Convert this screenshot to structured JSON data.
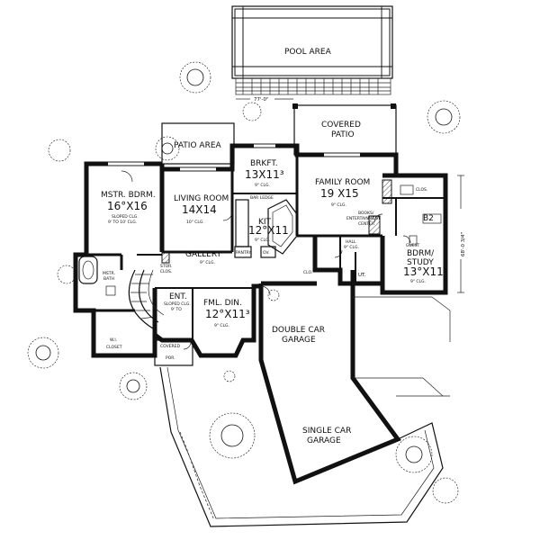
{
  "labels": {
    "pool_area": "POOL AREA",
    "pool_dim": "77'-0\"",
    "side_dim": "68'-0 3/4\"",
    "covered_patio_1": "COVERED",
    "covered_patio_2": "PATIO",
    "patio_area": "PATIO AREA",
    "brkft": "BRKFT.",
    "brkft_dim": "13X11³",
    "brkft_clg": "9\" CLG.",
    "bar_ledge": "BAR LEDGE",
    "family_room": "FAMILY ROOM",
    "family_dim": "19 X15",
    "family_clg": "9\" CLG.",
    "mstr_bdrm": "MSTR. BDRM.",
    "mstr_dim": "16°X16",
    "mstr_clg_1": "SLOPED CLG.",
    "mstr_clg_2": "9' TO 10' CLG.",
    "living_room": "LIVING ROOM",
    "living_dim": "14X14",
    "living_clg": "10\" CLG.",
    "kit": "KIT",
    "kit_dim": "12°X11",
    "kit_clg": "9\" CLG.",
    "books_1": "BOOKS/",
    "books_2": "ENTERTAINMENT",
    "books_3": "CENTER",
    "clos_b2": "CLOS.",
    "b2": "B2",
    "hall": "HALL",
    "hall_clg": "9\" CLG.",
    "guest_1": "GUEST",
    "guest_2": "BDRM/",
    "guest_3": "STUDY",
    "guest_dim": "13°X11³",
    "guest_clg": "9\" CLG.",
    "gallery": "GALLERY",
    "gallery_clg": "9\" CLG.",
    "pantry": "PANTRY",
    "ov": "OV.",
    "clos": "CLO.",
    "util": "UT.",
    "mstr_bath_1": "MSTR.",
    "mstr_bath_2": "BATH",
    "stor_1": "STOR.",
    "stor_2": "CLOS.",
    "ent": "ENT.",
    "ent_clg_1": "SLOPED CLG.",
    "ent_clg_2": "9' TO",
    "fml_din": "FML. DIN.",
    "fml_din_dim": "12°X11³",
    "fml_din_clg": "9\" CLG.",
    "wi_1": "W.I.",
    "wi_2": "CLOSET",
    "covered_por_1": "COVERED",
    "covered_por_2": "POR.",
    "double_1": "DOUBLE CAR",
    "double_2": "GARAGE",
    "single_1": "SINGLE CAR",
    "single_2": "GARAGE"
  }
}
